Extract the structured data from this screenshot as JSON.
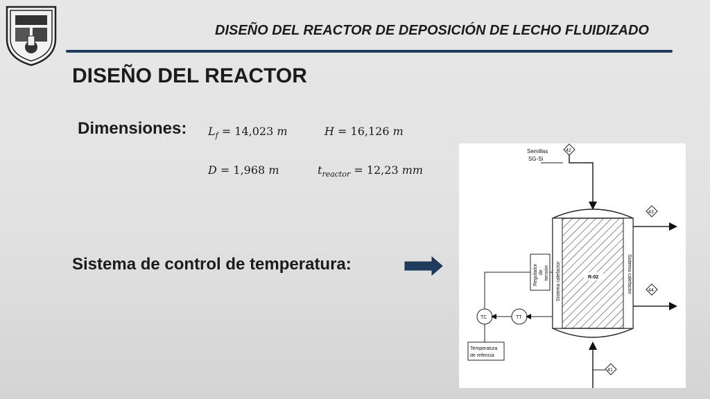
{
  "header": {
    "title": "DISEÑO DEL REACTOR DE DEPOSICIÓN DE LECHO FLUIDIZADO",
    "logo_icon": "university-seal-icon",
    "rule_color": "#1f3c5e"
  },
  "page_title": "DISEÑO DEL REACTOR",
  "dimensions": {
    "label": "Dimensiones:",
    "lf": {
      "symbol": "L",
      "sub": "f",
      "value": "= 14,023",
      "unit": "m"
    },
    "h": {
      "symbol": "H",
      "value": "= 16,126",
      "unit": "m"
    },
    "d": {
      "symbol": "D",
      "value": "= 1,968",
      "unit": "m"
    },
    "t": {
      "symbol": "t",
      "sub": "reactor",
      "value": "= 12,23",
      "unit": "mm"
    }
  },
  "control": {
    "label": "Sistema de control de temperatura:",
    "arrow_icon": "arrow-right-icon",
    "arrow_color": "#1f3c5e"
  },
  "diagram": {
    "feed_label_line1": "Semillas",
    "feed_label_line2": "SG-Si",
    "stream_42": "42",
    "stream_43": "43",
    "stream_44": "44",
    "stream_41": "41",
    "reactor_label": "R-02",
    "heater_label_left": "Sistema calefactor",
    "heater_label_right": "Sistema calefactor",
    "regulator_line1": "Regulador",
    "regulator_line2": "de",
    "regulator_line3": "tensión",
    "tc_label": "TC",
    "tt_label": "TT",
    "ref_line1": "Temperatura",
    "ref_line2": "de refencia"
  }
}
